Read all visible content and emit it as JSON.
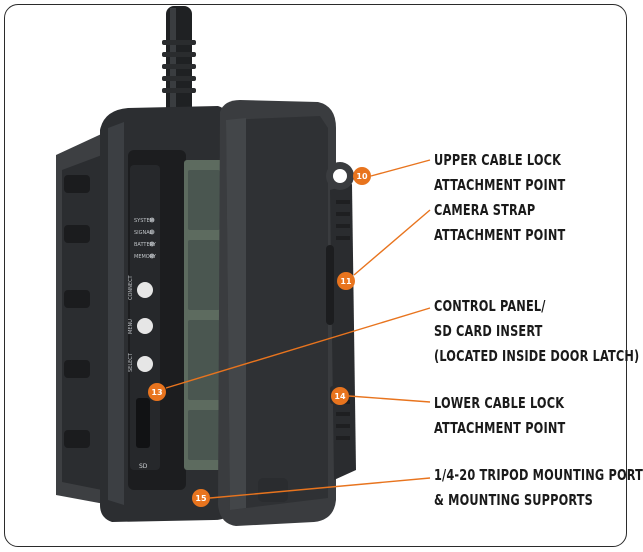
{
  "colors": {
    "accent": "#e8741e",
    "body": "#2c2e31",
    "door": "#3a3c3f",
    "text": "#1a1a1a"
  },
  "callouts": [
    {
      "number": "10",
      "lines": [
        "UPPER CABLE LOCK",
        "ATTACHMENT POINT"
      ]
    },
    {
      "number": "11",
      "lines": [
        "CAMERA STRAP",
        "ATTACHMENT POINT"
      ]
    },
    {
      "number": "13",
      "lines": [
        "CONTROL PANEL/",
        "SD CARD INSERT",
        "(LOCATED INSIDE DOOR LATCH)"
      ]
    },
    {
      "number": "14",
      "lines": [
        "LOWER CABLE LOCK",
        "ATTACHMENT POINT"
      ]
    },
    {
      "number": "15",
      "lines": [
        "1/4-20 TRIPOD MOUNTING PORT",
        "& MOUNTING SUPPORTS"
      ]
    }
  ],
  "panel": {
    "status_labels": [
      "SYSTEM",
      "SIGNAL",
      "BATTERY",
      "MEMORY"
    ],
    "button_labels": [
      "CONNECT",
      "MENU",
      "SELECT"
    ],
    "sd_label": "SD"
  }
}
